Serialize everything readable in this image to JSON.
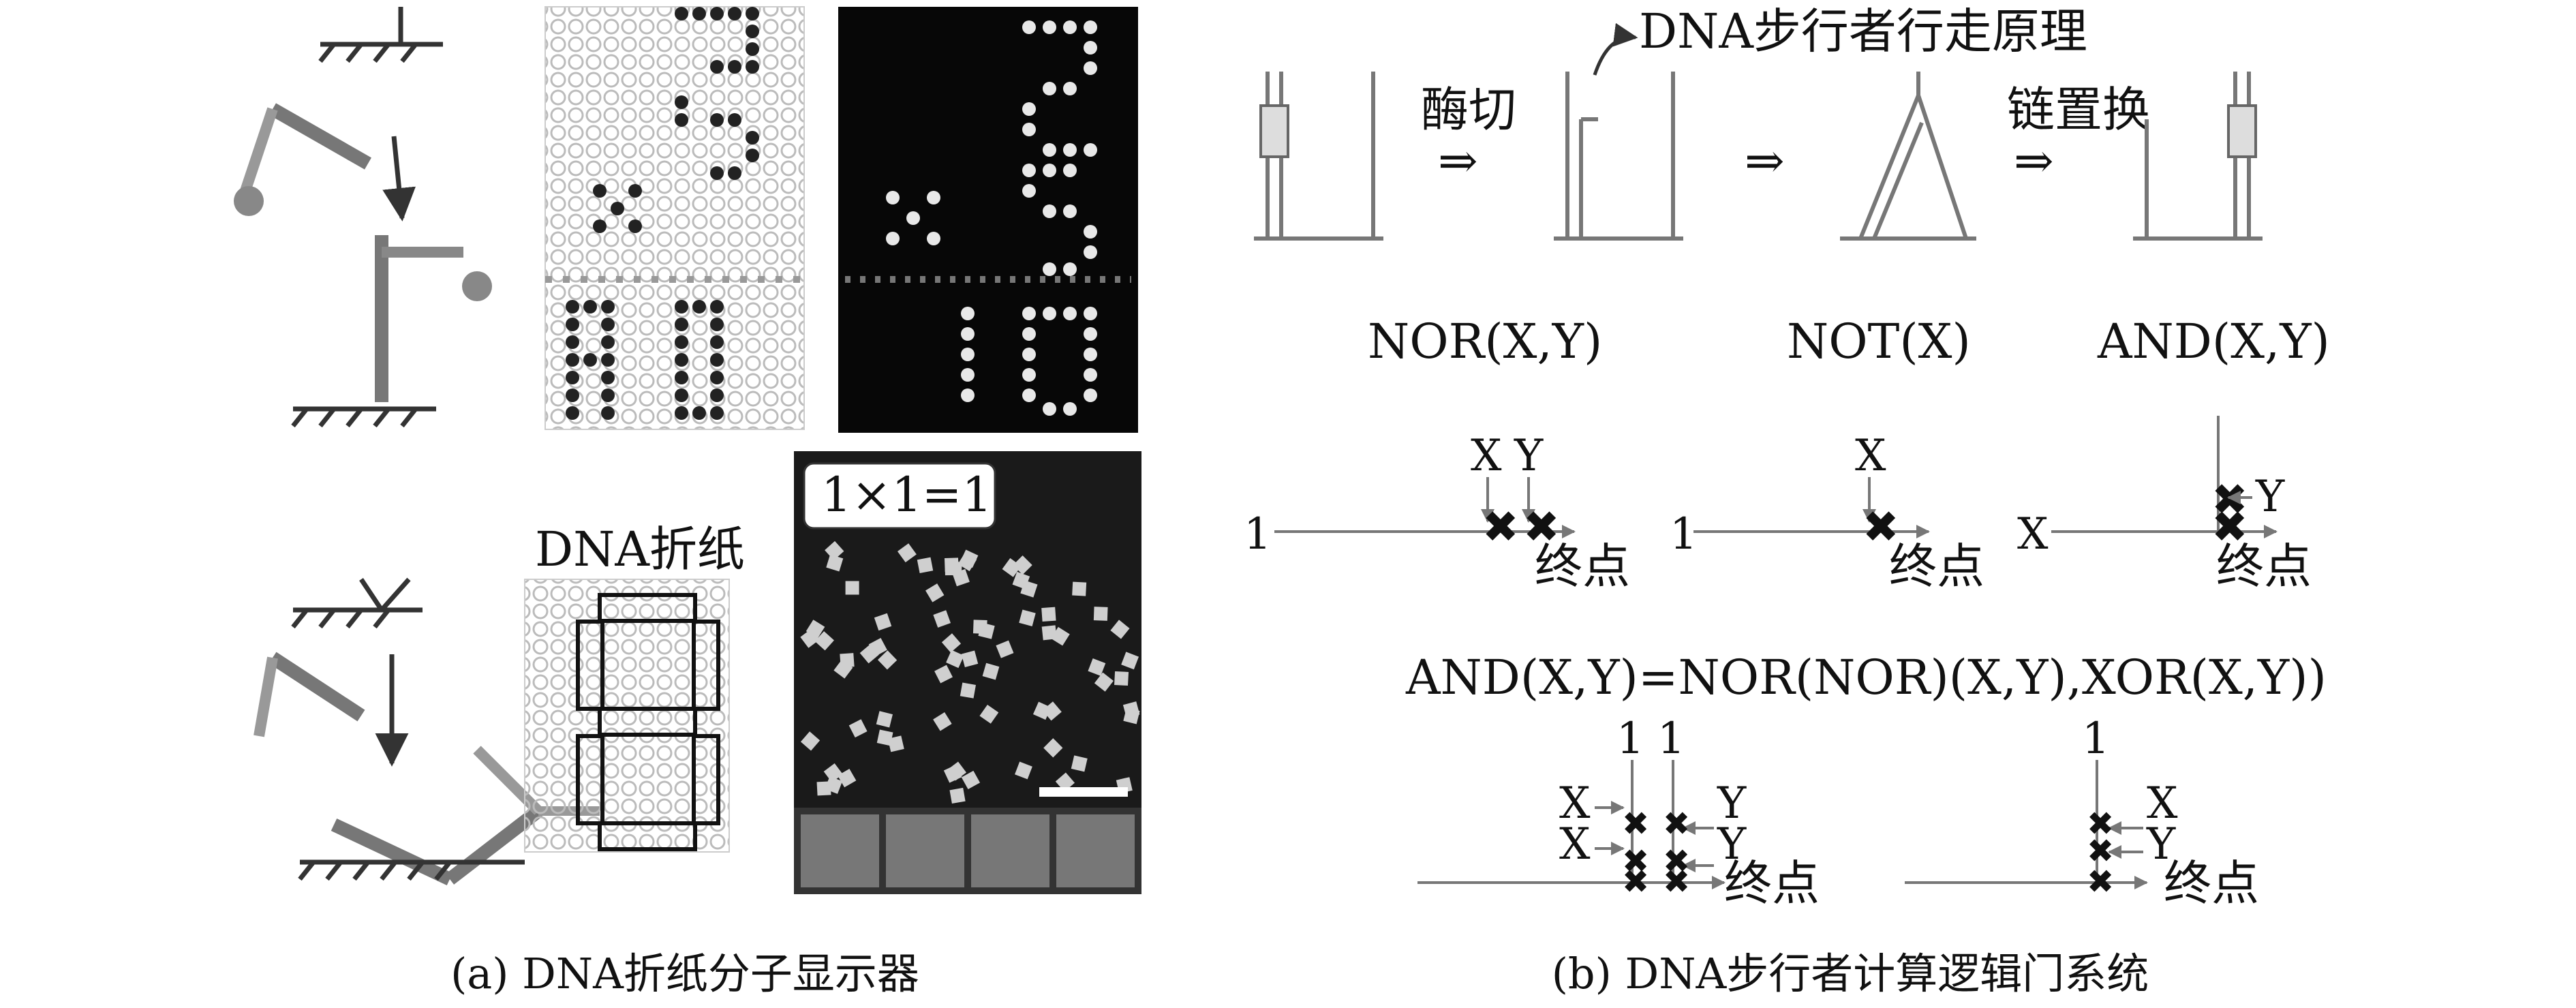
{
  "panel_a": {
    "origami_label": "DNA折纸",
    "equation_label": "1×1=1",
    "caption": "(a) DNA折纸分子显示器"
  },
  "panel_b": {
    "title": "DNA步行者行走原理",
    "steps": [
      "酶切",
      "链置换"
    ],
    "gates": [
      "NOR(X,Y)",
      "NOT(X)",
      "AND(X,Y)"
    ],
    "nor": {
      "input": "1",
      "x": "X",
      "y": "Y",
      "end": "终点"
    },
    "not": {
      "input": "1",
      "x": "X",
      "end": "终点"
    },
    "and": {
      "input": "X",
      "y": "Y",
      "end": "终点"
    },
    "formula": "AND(X,Y)=NOR(NOR)(X,Y),XOR(X,Y))",
    "comp1": {
      "one_a": "1",
      "one_b": "1",
      "x1": "X",
      "x2": "X",
      "y1": "Y",
      "y2": "Y",
      "end": "终点"
    },
    "comp2": {
      "one": "1",
      "x": "X",
      "y": "Y",
      "end": "终点"
    },
    "caption": "(b) DNA步行者计算逻辑门系统"
  }
}
